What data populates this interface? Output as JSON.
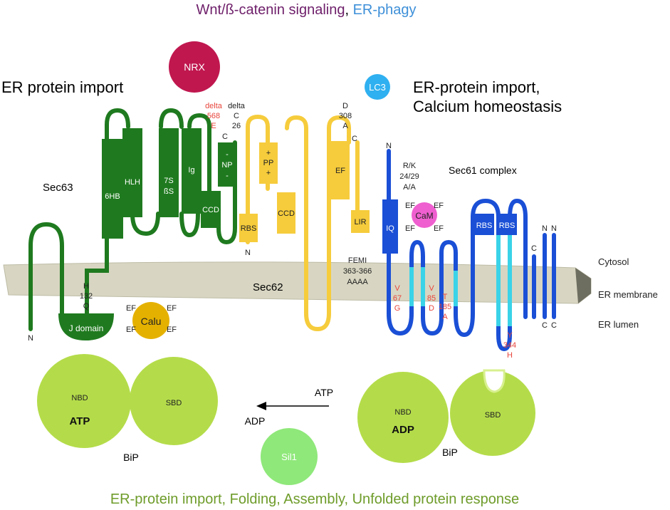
{
  "title": {
    "part1": "Wnt/ß-catenin signaling",
    "sep": ", ",
    "part2": "ER-phagy",
    "color1": "#6e1f6a",
    "color2": "#3d8fd8"
  },
  "labels": {
    "er_protein_import": "ER protein import",
    "er_import_calcium_1": "ER-protein import,",
    "er_import_calcium_2": "Calcium homeostasis",
    "sec63": "Sec63",
    "sec62": "Sec62",
    "sec61": "Sec61 complex",
    "cytosol": "Cytosol",
    "er_membrane": "ER membrane",
    "er_lumen": "ER lumen",
    "bottom": "ER-protein import, Folding, Assembly, Unfolded protein response"
  },
  "circles": {
    "nrx": "NRX",
    "lc3": "LC3",
    "cam": "CaM",
    "calu": "Calu",
    "sil1": "Sil1"
  },
  "sec63_domains": {
    "6hb": "6HB",
    "hlh": "HLH",
    "7s": "7S",
    "bs": "ßS",
    "ig": "Ig",
    "ccd": "CCD",
    "np_top": "-",
    "np": "NP",
    "np_bot": "-",
    "j": "J domain",
    "n": "N",
    "c": "C",
    "c_dash": "-",
    "h": "H",
    "h_num": "132",
    "h_to": "Q"
  },
  "sec63_mut": {
    "delta_red": "delta",
    "num_red": "568",
    "to_red": "E",
    "delta": "delta",
    "c": "C",
    "num": "26"
  },
  "sec62_domains": {
    "pp_plus": "+",
    "pp": "PP",
    "pp_plus2": "+",
    "rbs": "RBS",
    "ccd": "CCD",
    "ef": "EF",
    "lir": "LIR",
    "n": "N",
    "c": "C",
    "d": "D",
    "d_num": "308",
    "d_to": "A",
    "femi": "FEMI",
    "femi_range": "363-366",
    "femi_to": "AAAA"
  },
  "sec61_domains": {
    "n": "N",
    "rk": "R/K",
    "rk_nums": "24/29",
    "rk_to": "A/A",
    "iq": "IQ",
    "rbs1": "RBS",
    "rbs2": "RBS",
    "c": "C",
    "n_beta": "N",
    "n_gamma": "N",
    "c_beta": "C",
    "c_gamma": "C"
  },
  "sec61_mut": {
    "v1": "V",
    "v1_num": "67",
    "v1_to": "G",
    "v2": "V",
    "v2_num": "85",
    "v2_to": "D",
    "t": "T",
    "t_num": "185",
    "t_to": "A",
    "y": "Y",
    "y_num": "344",
    "y_to": "H"
  },
  "ef_label": "EF",
  "bip": {
    "left_nbd": "NBD",
    "left_atp": "ATP",
    "left_sbd": "SBD",
    "left_name": "BiP",
    "right_nbd": "NBD",
    "right_adp": "ADP",
    "right_sbd": "SBD",
    "right_name": "BiP",
    "arrow_atp": "ATP",
    "arrow_adp": "ADP"
  },
  "colors": {
    "sec63": "#1f7a1f",
    "sec62": "#f6cc3c",
    "sec61": "#1a4fd6",
    "sec61_cyan": "#3ad3e8",
    "membrane": "#d8d6c2",
    "bip": "#b4dc4a",
    "nrx": "#c0174f",
    "lc3": "#2fb0f0",
    "cam": "#ef5fcf",
    "calu": "#e5b100",
    "sil1": "#8fe87a",
    "bottom_text": "#6e9c2a"
  }
}
